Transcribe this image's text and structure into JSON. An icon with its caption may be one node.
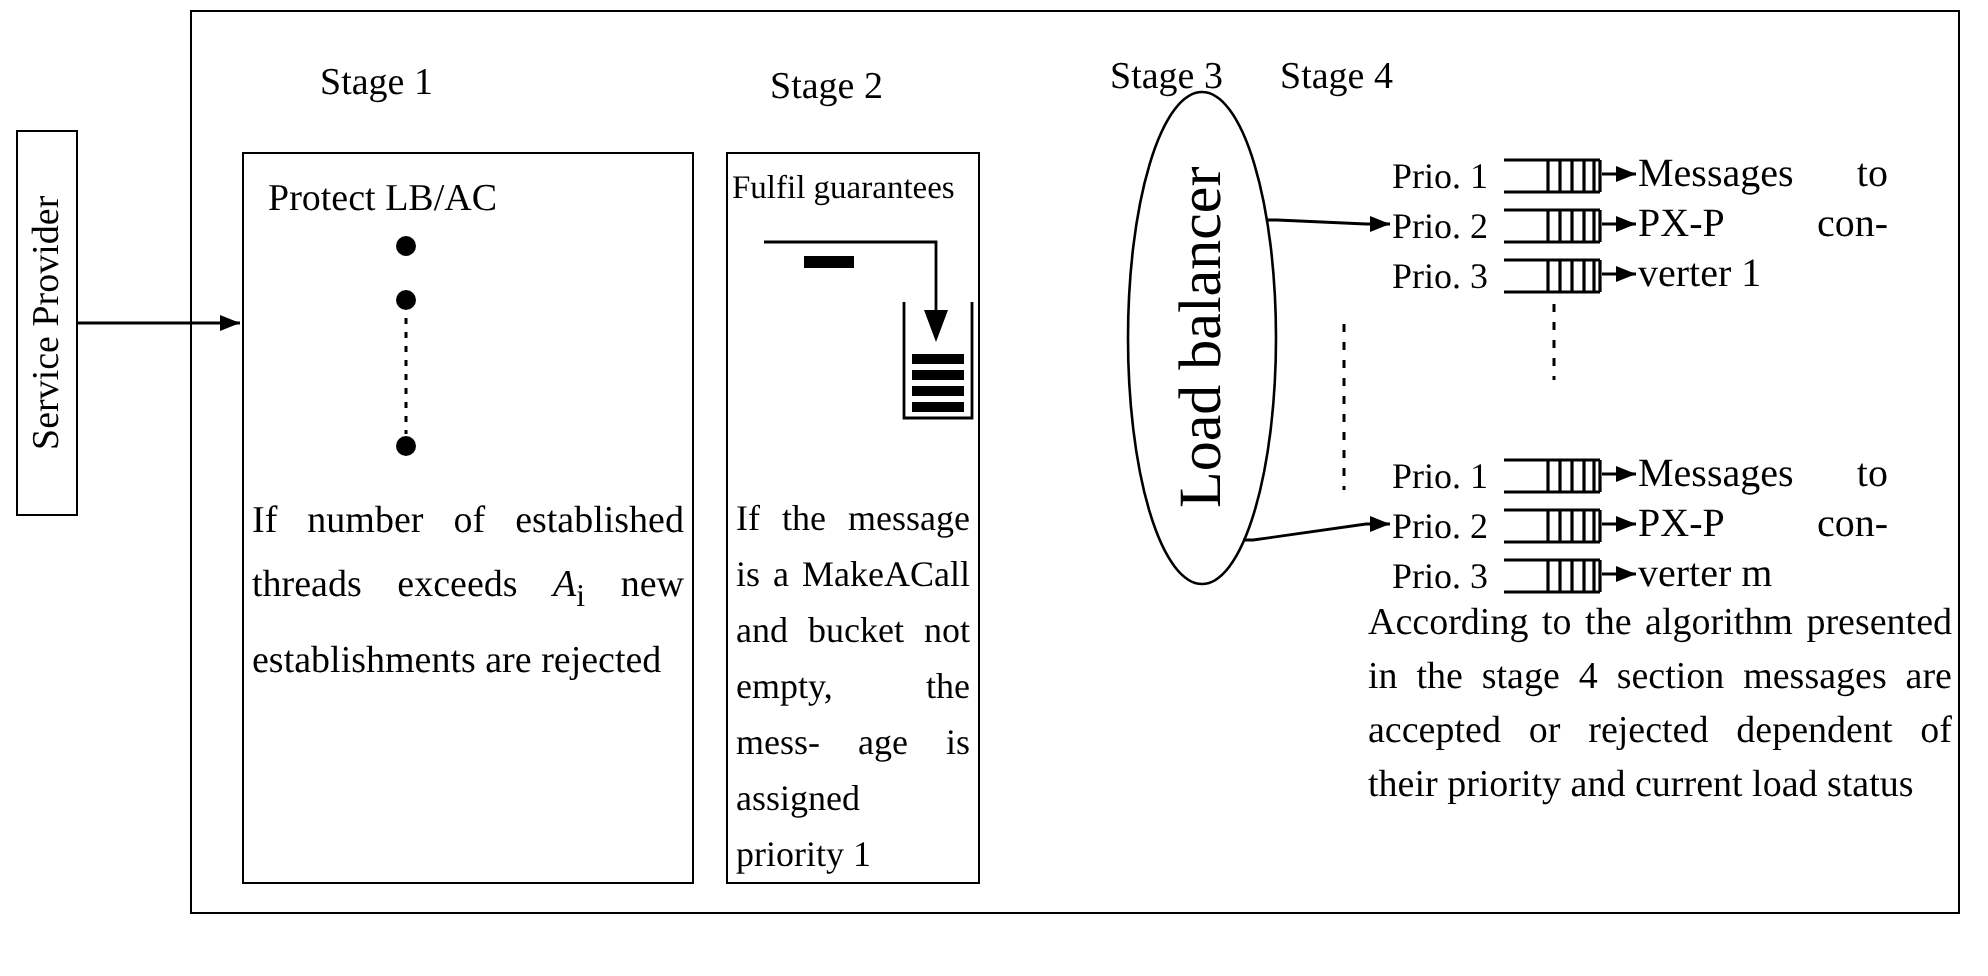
{
  "diagram": {
    "nodes": [
      {
        "text": [
          "Service Provider"
        ]
      },
      {
        "text": [],
        "shape": "box"
      },
      {
        "text": [
          "Protect LB/AC",
          "If number of established threads exceeds *A*$_{i}$ new establishments are rejected"
        ],
        "in": 1
      },
      {
        "text": [
          "Fulfil guarantees",
          "If the message is a MakeACall and bucket not empty, the mess- age is assigned priority 1"
        ],
        "in": 1
      },
      {
        "text": [
          "Load balancer"
        ],
        "in": 1
      },
      {
        "text": [
          "Prio. 1"
        ],
        "in": 1
      },
      {
        "text": [
          "Prio. 2"
        ],
        "in": 1
      },
      {
        "text": [
          "Prio. 3"
        ],
        "in": 1
      },
      {
        "text": [
          "Prio. 1"
        ],
        "in": 1
      },
      {
        "text": [
          "Prio. 2"
        ],
        "in": 1
      },
      {
        "text": [
          "Prio. 3"
        ],
        "in": 1
      },
      {
        "text": [
          "Messages to PX-P con- verter 1"
        ],
        "in": 1
      },
      {
        "text": [
          "Messages to PX-P con- verter m"
        ],
        "in": 1
      }
    ],
    "edges": [
      {
        "from": 0,
        "to": 2,
        "arrow": "to"
      },
      {
        "from": 4,
        "to": 6,
        "arrow": "to"
      },
      {
        "from": 4,
        "to": 9,
        "arrow": "to"
      },
      {
        "from": 5,
        "to": 11,
        "arrow": "to"
      },
      {
        "from": 6,
        "to": 11,
        "arrow": "to"
      },
      {
        "from": 7,
        "to": 11,
        "arrow": "to"
      },
      {
        "from": 8,
        "to": 12,
        "arrow": "to"
      },
      {
        "from": 9,
        "to": 12,
        "arrow": "to"
      },
      {
        "from": 10,
        "to": 12,
        "arrow": "to"
      }
    ],
    "labels": [
      "Stage 1",
      "Stage 2",
      "Stage 3",
      "Stage 4",
      "According to the algorithm presented in the stage 4 section messages are accepted or rejected dependent of their priority and current load status"
    ]
  }
}
